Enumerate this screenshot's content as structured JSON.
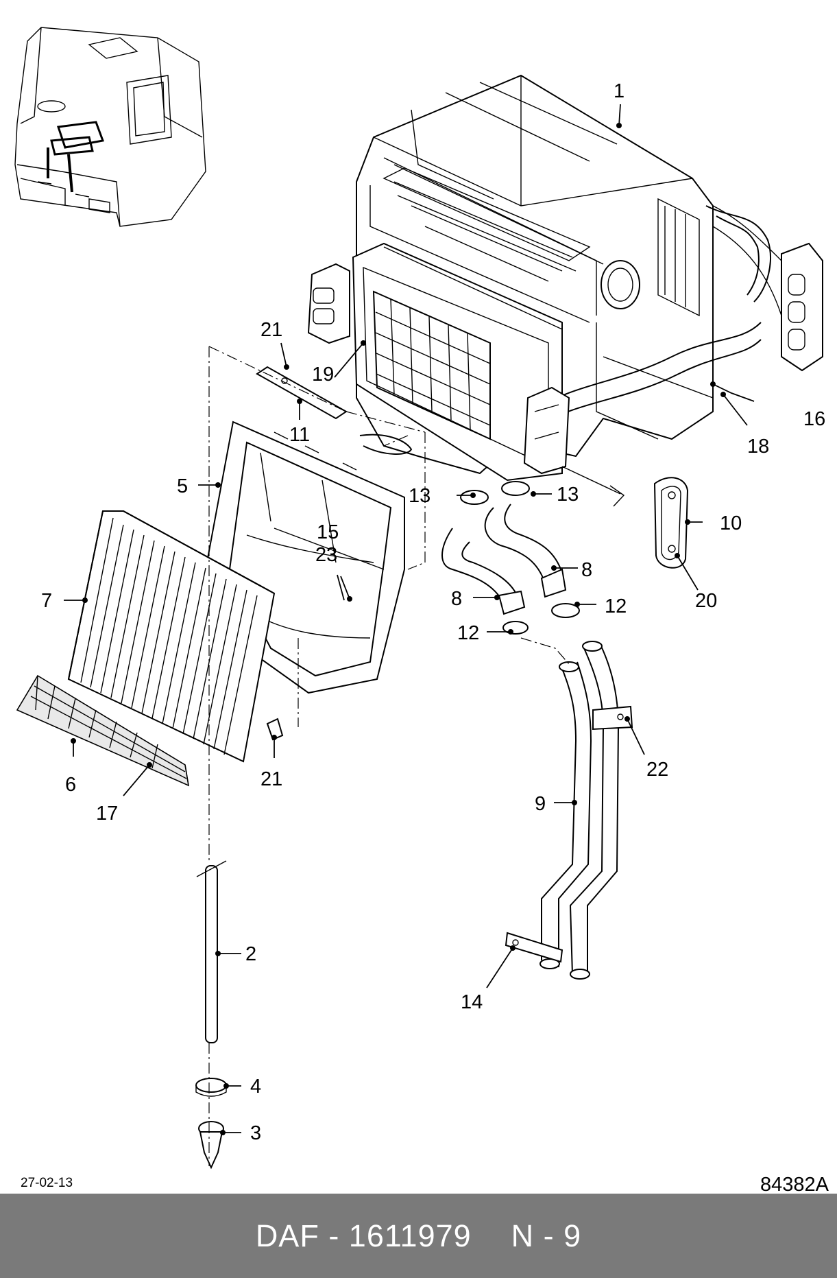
{
  "header": {
    "date": "27-02-13",
    "drawing_code": "84382A"
  },
  "callouts": {
    "c1": "1",
    "c2": "2",
    "c3": "3",
    "c4": "4",
    "c5": "5",
    "c6": "6",
    "c7": "7",
    "c8a": "8",
    "c8b": "8",
    "c9": "9",
    "c10": "10",
    "c11": "11",
    "c12a": "12",
    "c12b": "12",
    "c13a": "13",
    "c13b": "13",
    "c14": "14",
    "c15": "15",
    "c16": "16",
    "c17": "17",
    "c18": "18",
    "c19": "19",
    "c20": "20",
    "c21a": "21",
    "c21b": "21",
    "c22": "22",
    "c23": "23"
  },
  "footer": {
    "part_label": "DAF - 1611979",
    "section": "N - 9"
  }
}
